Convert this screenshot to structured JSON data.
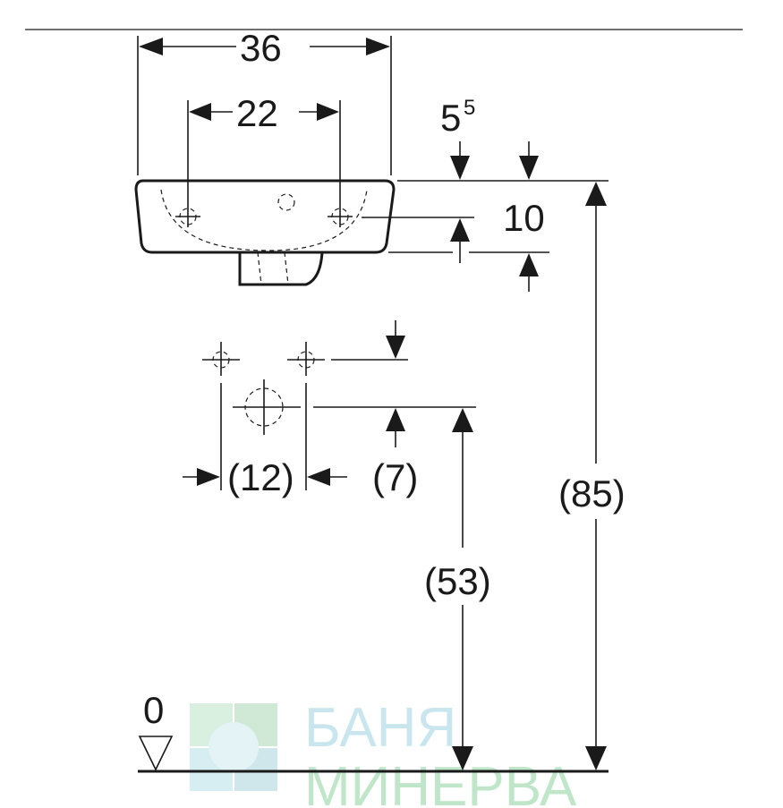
{
  "dimensions": {
    "overall_width": "36",
    "tap_hole_spacing": "22",
    "rim_offset_main": "5",
    "rim_offset_sup": "5",
    "bowl_height": "10",
    "fixing_spacing": "(12)",
    "fixing_offset": "(7)",
    "waste_height": "(53)",
    "rim_height": "(85)"
  },
  "floor": {
    "level_label": "0"
  },
  "watermark": {
    "line1": "БАНЯ",
    "line2": "МИНЕРВА",
    "colors": [
      "#c9e6ee",
      "#bfe6c8"
    ]
  }
}
